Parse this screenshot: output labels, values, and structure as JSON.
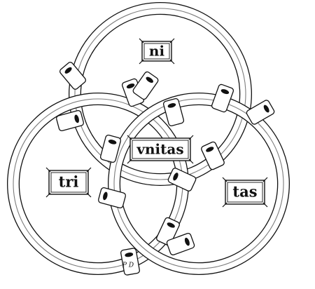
{
  "diagram": {
    "labels": {
      "top": "ni",
      "left": "tri",
      "right": "tas",
      "center": "vnitas"
    },
    "signature": "P D"
  },
  "colors": {
    "ink": "#111111",
    "paper": "#ffffff"
  }
}
